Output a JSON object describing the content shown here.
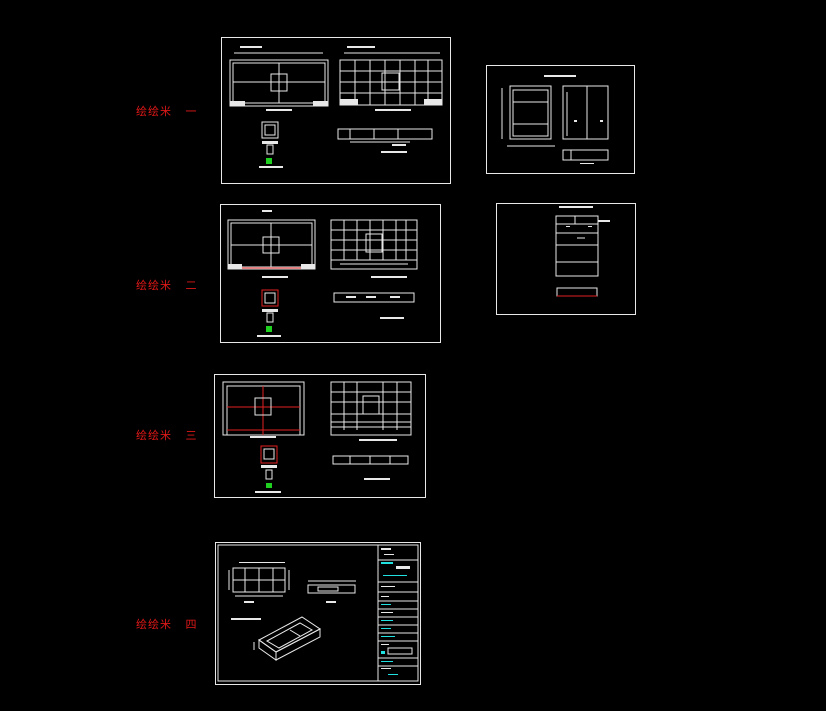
{
  "sheets": [
    {
      "label": "绘绘米   一"
    },
    {
      "label": "绘绘米   二"
    },
    {
      "label": "绘绘米   三"
    },
    {
      "label": "绘绘米   四"
    }
  ],
  "colors": {
    "background": "#000000",
    "line": "#e8e8e8",
    "accent_red": "#e02020",
    "accent_green": "#20d020",
    "accent_cyan": "#20e0e0"
  }
}
